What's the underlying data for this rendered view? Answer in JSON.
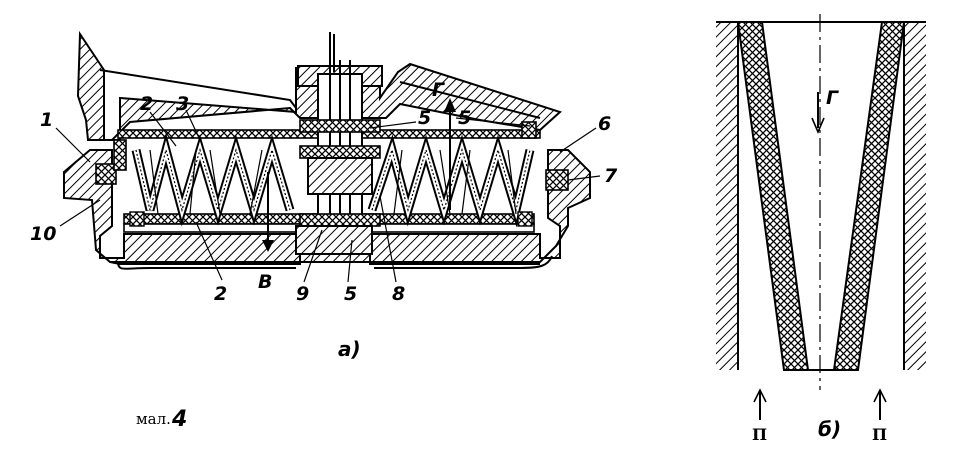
{
  "figure_a": {
    "labels": {
      "l1": "1",
      "l2a": "2",
      "l3": "3",
      "l5a": "5",
      "l5b": "5",
      "l6": "6",
      "l7": "7",
      "l10": "10",
      "l2b": "2",
      "lB": "B",
      "l9": "9",
      "l5c": "5",
      "l8": "8",
      "lG": "Г"
    },
    "sublabel": "а)"
  },
  "figure_b": {
    "flow_label": "Г",
    "inlet_left": "П",
    "inlet_right": "П",
    "sublabel": "б)"
  },
  "caption": {
    "word": "мал.",
    "number": "4"
  }
}
